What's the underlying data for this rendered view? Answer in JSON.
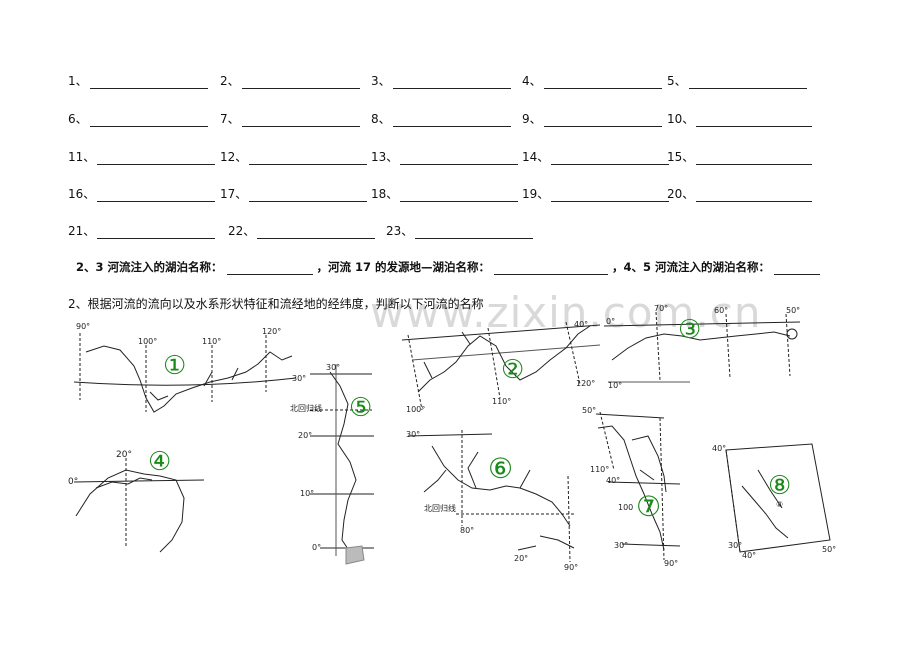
{
  "blanks": [
    [
      {
        "n": "1、"
      },
      {
        "n": "2、"
      },
      {
        "n": "3、"
      },
      {
        "n": "4、"
      },
      {
        "n": "5、"
      }
    ],
    [
      {
        "n": "6、"
      },
      {
        "n": "7、"
      },
      {
        "n": "8、"
      },
      {
        "n": "9、"
      },
      {
        "n": "10、"
      }
    ],
    [
      {
        "n": "11、"
      },
      {
        "n": "12、"
      },
      {
        "n": "13、"
      },
      {
        "n": "14、"
      },
      {
        "n": "15、"
      }
    ],
    [
      {
        "n": "16、"
      },
      {
        "n": "17、"
      },
      {
        "n": "18、"
      },
      {
        "n": "19、"
      },
      {
        "n": "20、"
      }
    ],
    [
      {
        "n": "21、"
      },
      {
        "n": "22、"
      },
      {
        "n": "23、"
      }
    ]
  ],
  "question1": {
    "part_a": "2、3 河流注入的湖泊名称：",
    "part_b": "，河流 17 的发源地—湖泊名称：",
    "part_c": "，4、5 河流注入的湖泊名称："
  },
  "question2": "2、根据河流的流向以及水系形状特征和流经地的经纬度，判断以下河流的名称",
  "watermark": "www.zixin.com.cn",
  "maps": {
    "m1": {
      "num": "①",
      "labels": [
        "90°",
        "100°",
        "110°",
        "120°"
      ]
    },
    "m2": {
      "num": "②",
      "labels": [
        "40°",
        "100°",
        "110°",
        "120°"
      ]
    },
    "m3": {
      "num": "③",
      "labels": [
        "70°",
        "60°",
        "50°",
        "0°",
        "10°"
      ]
    },
    "m4": {
      "num": "④",
      "labels": [
        "20°",
        "0°"
      ]
    },
    "m5": {
      "num": "⑤",
      "labels": [
        "30°",
        "30°",
        "北回归线",
        "20°",
        "10°",
        "0°"
      ]
    },
    "m6": {
      "num": "⑥",
      "labels": [
        "30°",
        "北回归线",
        "80°",
        "20°",
        "90°"
      ]
    },
    "m7": {
      "num": "⑦",
      "labels": [
        "50°",
        "110°",
        "40°",
        "100",
        "30°",
        "90°"
      ]
    },
    "m8": {
      "num": "⑧",
      "labels": [
        "40°",
        "30°",
        "40°",
        "50°",
        "⑧"
      ]
    }
  },
  "colors": {
    "circle_num": "#1a8a1a",
    "ink": "#222222"
  }
}
